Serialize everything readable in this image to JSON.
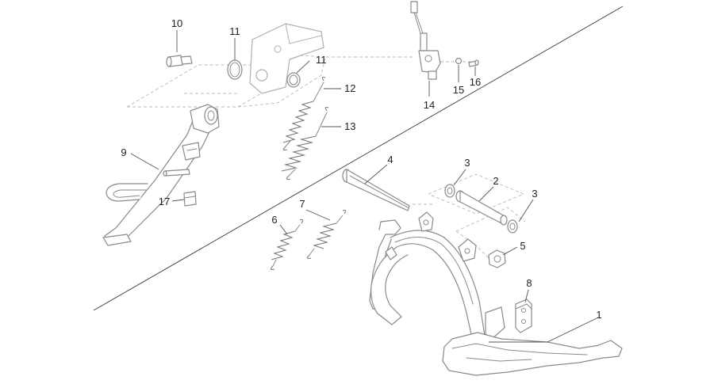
{
  "diagram": {
    "colors": {
      "line": "#8a8a8a",
      "label": "#222222",
      "divider": "#4a4a4a"
    },
    "callouts": [
      {
        "id": "c10",
        "text": "10"
      },
      {
        "id": "c11a",
        "text": "11"
      },
      {
        "id": "c11b",
        "text": "11"
      },
      {
        "id": "c12",
        "text": "12"
      },
      {
        "id": "c13",
        "text": "13"
      },
      {
        "id": "c14",
        "text": "14"
      },
      {
        "id": "c15",
        "text": "15"
      },
      {
        "id": "c16",
        "text": "16"
      },
      {
        "id": "c9",
        "text": "9"
      },
      {
        "id": "c17",
        "text": "17"
      },
      {
        "id": "c4",
        "text": "4"
      },
      {
        "id": "c3a",
        "text": "3"
      },
      {
        "id": "c2",
        "text": "2"
      },
      {
        "id": "c3b",
        "text": "3"
      },
      {
        "id": "c6",
        "text": "6"
      },
      {
        "id": "c7",
        "text": "7"
      },
      {
        "id": "c5",
        "text": "5"
      },
      {
        "id": "c8",
        "text": "8"
      },
      {
        "id": "c1",
        "text": "1"
      }
    ]
  }
}
